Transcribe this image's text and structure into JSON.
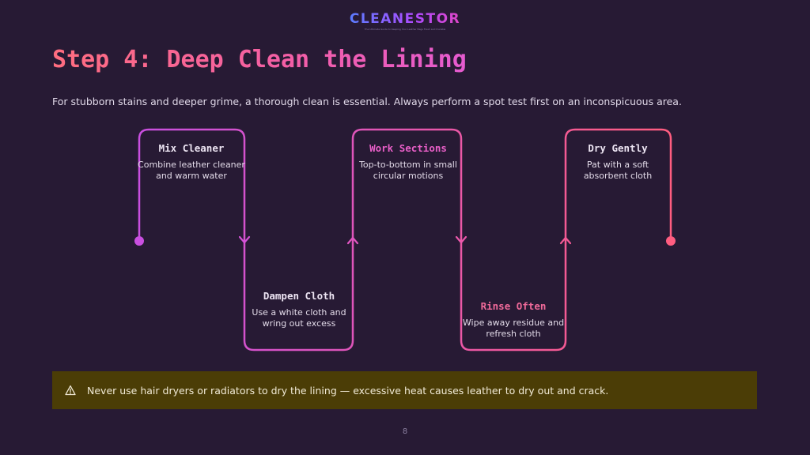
{
  "brand": {
    "name": "CLEANESTOR",
    "tagline": "The Ultimate Guide to Keeping Your Leather Bags Fresh and Durable"
  },
  "slide": {
    "title": "Step 4: Deep Clean the Lining",
    "subtitle": "For stubborn stains and deeper grime, a thorough clean is essential. Always perform a spot test first on an inconspicuous area.",
    "page_number": "8"
  },
  "steps": [
    {
      "title": "Mix Cleaner",
      "desc": "Combine leather cleaner and warm water",
      "title_color": "#ece4f2"
    },
    {
      "title": "Dampen Cloth",
      "desc": "Use a white cloth and wring out excess",
      "title_color": "#ece4f2"
    },
    {
      "title": "Work Sections",
      "desc": "Top-to-bottom in small circular motions",
      "title_color": "#e95fc8"
    },
    {
      "title": "Rinse Often",
      "desc": "Wipe away residue and refresh cloth",
      "title_color": "#f06a9a"
    },
    {
      "title": "Dry Gently",
      "desc": "Pat with a soft absorbent cloth",
      "title_color": "#ece4f2"
    }
  ],
  "warning": {
    "icon": "warning-triangle-icon",
    "text": "Never use hair dryers or radiators to dry the lining — excessive heat causes leather to dry out and crack."
  },
  "colors": {
    "background": "#271a34",
    "line_start": "#c94fe0",
    "line_end": "#ff5d80",
    "warning_bg": "#4b3d06"
  }
}
